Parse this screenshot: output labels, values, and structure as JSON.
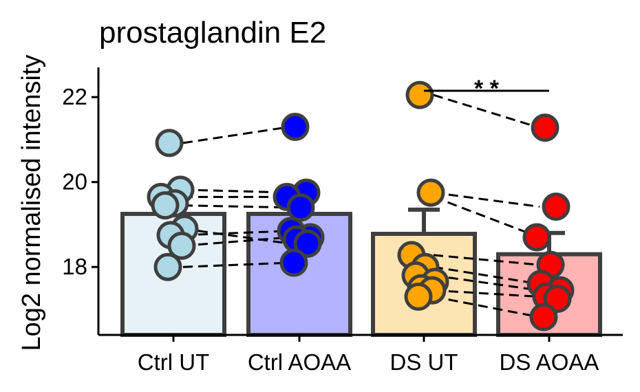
{
  "chart_data": {
    "type": "bar",
    "title": "prostaglandin E2",
    "xlabel": "",
    "ylabel": "Log2 normalised intensity",
    "ylim": [
      16.4,
      22.7
    ],
    "yticks": [
      18,
      20,
      22
    ],
    "categories": [
      "Ctrl UT",
      "Ctrl AOAA",
      "DS UT",
      "DS AOAA"
    ],
    "values": [
      19.25,
      19.25,
      18.78,
      18.3
    ],
    "error_upper": [
      null,
      19.55,
      19.35,
      18.8
    ],
    "bar_fill_colors": [
      "#e6f2f8",
      "#b3b3ff",
      "#fde4b3",
      "#ffb3b3"
    ],
    "point_colors": [
      "#add8e6",
      "#0000ff",
      "#ffa500",
      "#ff0000"
    ],
    "points": [
      [
        20.92,
        19.82,
        19.65,
        19.5,
        19.45,
        18.9,
        18.75,
        18.5,
        18.0
      ],
      [
        21.3,
        19.75,
        19.65,
        19.4,
        18.85,
        18.7,
        18.65,
        18.55,
        18.1
      ],
      [
        22.05,
        19.75,
        18.28,
        18.0,
        17.8,
        17.65,
        17.5,
        17.45,
        17.3
      ],
      [
        21.28,
        19.42,
        18.7,
        18.05,
        17.6,
        17.45,
        17.3,
        17.25,
        16.82
      ]
    ],
    "pairs": [
      [
        20.92,
        21.3
      ],
      [
        19.82,
        19.75
      ],
      [
        19.65,
        19.65
      ],
      [
        19.45,
        19.4
      ],
      [
        18.9,
        18.55
      ],
      [
        18.75,
        18.85
      ],
      [
        18.5,
        18.7
      ],
      [
        18.0,
        18.1
      ],
      [
        22.05,
        21.28
      ],
      [
        19.75,
        19.42
      ],
      [
        19.65,
        18.7
      ],
      [
        18.28,
        18.05
      ],
      [
        18.0,
        17.6
      ],
      [
        17.8,
        17.45
      ],
      [
        17.45,
        17.3
      ],
      [
        17.3,
        16.82
      ]
    ],
    "significance": {
      "from": "DS UT",
      "to": "DS AOAA",
      "y": 22.15,
      "label": "* *"
    },
    "grid": false,
    "legend": "none"
  }
}
